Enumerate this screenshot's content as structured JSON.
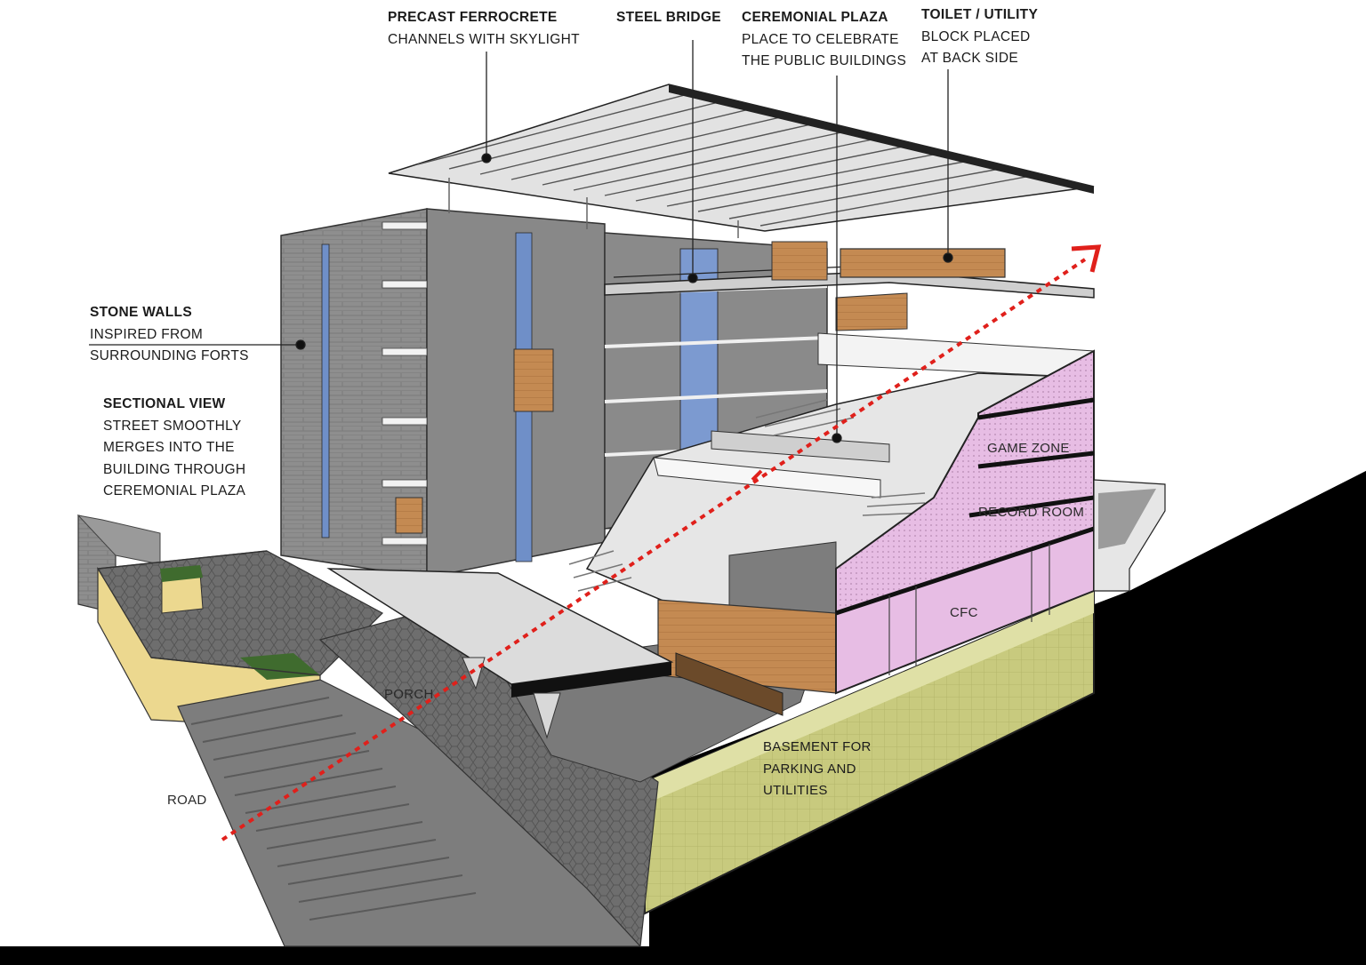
{
  "callouts": {
    "precast": {
      "title": "PRECAST FERROCRETE",
      "lines": [
        "CHANNELS WITH SKYLIGHT"
      ]
    },
    "bridge": {
      "title": "STEEL BRIDGE",
      "lines": []
    },
    "plaza": {
      "title": "CEREMONIAL PLAZA",
      "lines": [
        "PLACE TO CELEBRATE",
        "THE PUBLIC BUILDINGS"
      ]
    },
    "toilet": {
      "title": "TOILET / UTILITY",
      "lines": [
        "BLOCK PLACED",
        "AT BACK SIDE"
      ]
    },
    "stone": {
      "title": "STONE WALLS",
      "lines": [
        "INSPIRED FROM",
        "SURROUNDING FORTS"
      ]
    },
    "section": {
      "title": "SECTIONAL VIEW",
      "lines": [
        "STREET SMOOTHLY",
        "MERGES INTO THE",
        "BUILDING THROUGH",
        "CEREMONIAL PLAZA"
      ]
    }
  },
  "zones": {
    "game": "GAME ZONE",
    "record": "RECORD ROOM",
    "cfc": "CFC",
    "porch": "PORCH",
    "road": "ROAD",
    "basement": [
      "BASEMENT FOR",
      "PARKING AND",
      "UTILITIES"
    ]
  },
  "colors": {
    "arrow": "#e0201b",
    "ground": "#000000",
    "section_fill": "#e7bde4",
    "basement_fill": "#c8ca7e",
    "wood": "#c48a52",
    "stone": "#8e8e8e",
    "glass": "#6f8fc8"
  }
}
